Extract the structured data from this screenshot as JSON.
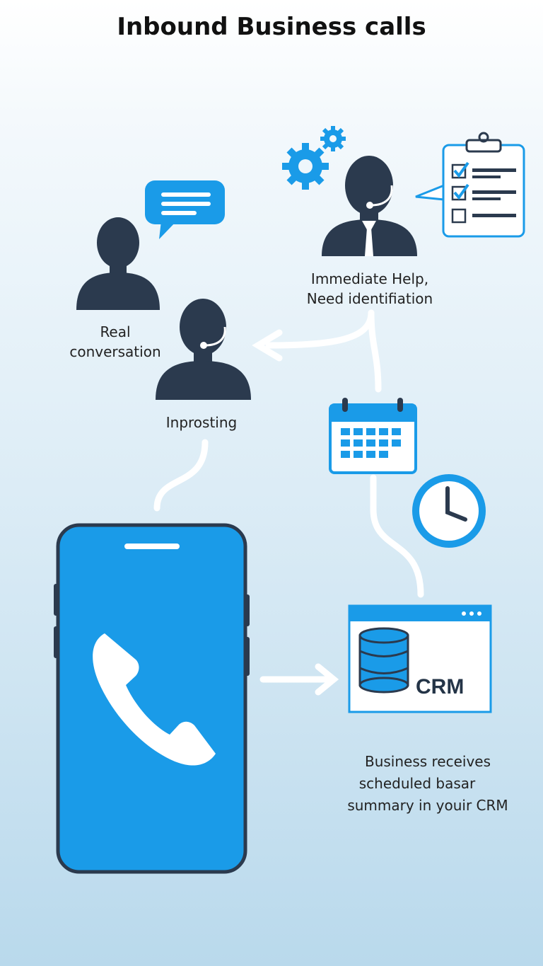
{
  "title": "Inbound Business calls",
  "labels": {
    "real_conversation": [
      "Real",
      "conversation"
    ],
    "inprosting": "Inprosting",
    "immediate_help": [
      "Immediate Help,",
      "Need identifiation"
    ],
    "business_receives": [
      "Business receives",
      "scheduled basar",
      "summary in youir CRM"
    ]
  },
  "crm": {
    "label": "CRM"
  },
  "colors": {
    "accent": "#1a9be8",
    "dark": "#2b3a4e",
    "connector": "#ffffff"
  }
}
